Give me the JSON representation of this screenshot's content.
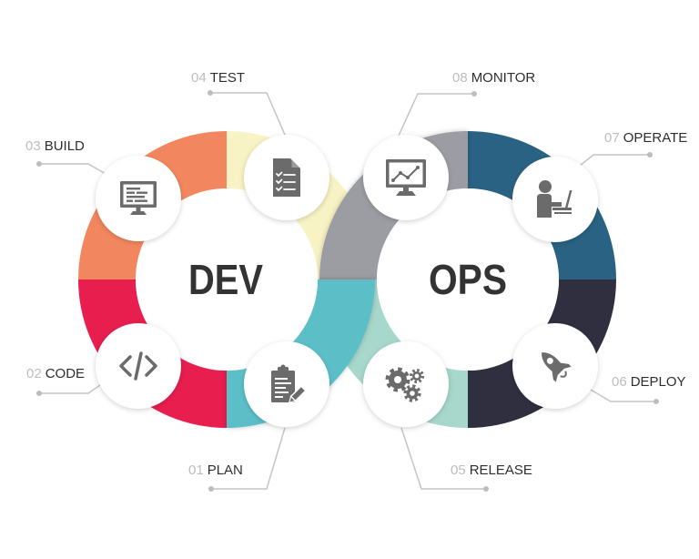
{
  "diagram": {
    "dev": {
      "title": "DEV"
    },
    "ops": {
      "title": "OPS"
    },
    "stages": [
      {
        "number": "01",
        "label": "PLAN",
        "icon": "clipboard-pencil-icon",
        "color": "#5BBFC8"
      },
      {
        "number": "02",
        "label": "CODE",
        "icon": "code-brackets-icon",
        "color": "#E81E4E"
      },
      {
        "number": "03",
        "label": "BUILD",
        "icon": "monitor-code-icon",
        "color": "#F2875F"
      },
      {
        "number": "04",
        "label": "TEST",
        "icon": "checklist-document-icon",
        "color": "#F8F3C4"
      },
      {
        "number": "05",
        "label": "RELEASE",
        "icon": "gears-icon",
        "color": "#A7D8CB"
      },
      {
        "number": "06",
        "label": "DEPLOY",
        "icon": "rocket-icon",
        "color": "#2F2F40"
      },
      {
        "number": "07",
        "label": "OPERATE",
        "icon": "person-laptop-icon",
        "color": "#2A6283"
      },
      {
        "number": "08",
        "label": "MONITOR",
        "icon": "monitor-chart-icon",
        "color": "#9C9DA2"
      }
    ],
    "colors": {
      "icon": "#6B6B6B",
      "number_text": "#BDBDBD",
      "label_text": "#2E2E2E",
      "title_text": "#333333",
      "leader_line": "#C4C4C4",
      "icon_circle": "#FFFFFF"
    }
  }
}
